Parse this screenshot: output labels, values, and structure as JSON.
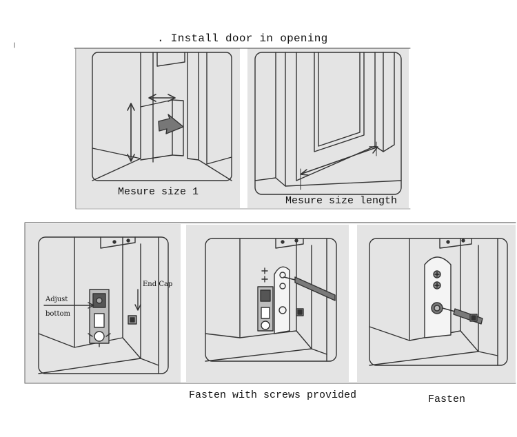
{
  "title": ". Install door in opening",
  "panels": [
    {
      "caption": "Mesure size 1"
    },
    {
      "caption": "Mesure size length"
    },
    {
      "labels": [
        "Adjust",
        "bottom",
        "End Cap"
      ]
    },
    {
      "caption": "Fasten with screws provided"
    },
    {
      "caption": "Fasten"
    }
  ]
}
